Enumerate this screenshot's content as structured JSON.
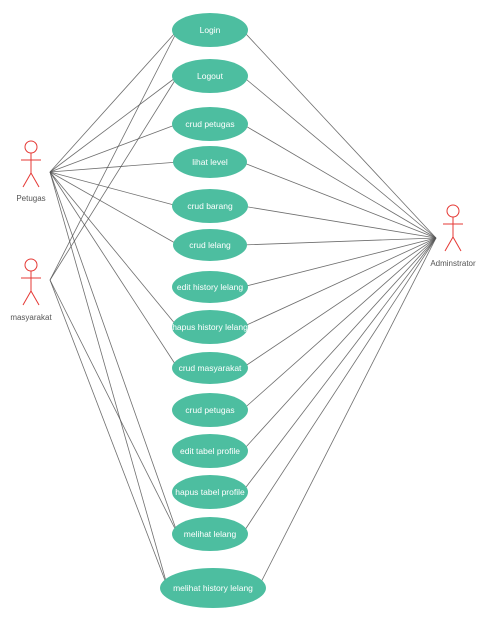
{
  "colors": {
    "usecase_fill": "#4dbea0",
    "actor_stroke": "#e53935",
    "line": "#555555",
    "actor_text": "#555555"
  },
  "actors": [
    {
      "id": "petugas",
      "label": "Petugas"
    },
    {
      "id": "masyarakat",
      "label": "masyarakat"
    },
    {
      "id": "admin",
      "label": "Adminstrator"
    }
  ],
  "usecases": [
    {
      "id": "login",
      "label": "Login"
    },
    {
      "id": "logout",
      "label": "Logout"
    },
    {
      "id": "crud-petugas-1",
      "label": "crud petugas"
    },
    {
      "id": "lihat-level",
      "label": "lihat level"
    },
    {
      "id": "crud-barang",
      "label": "crud barang"
    },
    {
      "id": "crud-lelang",
      "label": "crud lelang"
    },
    {
      "id": "edit-history-lelang",
      "label": "edit history lelang"
    },
    {
      "id": "hapus-history-lelang",
      "label": "hapus history lelang"
    },
    {
      "id": "crud-masyarakat",
      "label": "crud masyarakat"
    },
    {
      "id": "crud-petugas-2",
      "label": "crud petugas"
    },
    {
      "id": "edit-tabel-profile",
      "label": "edit tabel profile"
    },
    {
      "id": "hapus-tabel-profile",
      "label": "hapus tabel profile"
    },
    {
      "id": "melihat-lelang",
      "label": "melihat lelang"
    },
    {
      "id": "melihat-history-lelang",
      "label": "melihat history lelang"
    }
  ],
  "associations": [
    [
      "petugas",
      "login"
    ],
    [
      "petugas",
      "logout"
    ],
    [
      "petugas",
      "crud-petugas-1"
    ],
    [
      "petugas",
      "lihat-level"
    ],
    [
      "petugas",
      "crud-barang"
    ],
    [
      "petugas",
      "crud-lelang"
    ],
    [
      "petugas",
      "hapus-history-lelang"
    ],
    [
      "petugas",
      "crud-masyarakat"
    ],
    [
      "petugas",
      "melihat-lelang"
    ],
    [
      "petugas",
      "melihat-history-lelang"
    ],
    [
      "masyarakat",
      "login"
    ],
    [
      "masyarakat",
      "logout"
    ],
    [
      "masyarakat",
      "melihat-lelang"
    ],
    [
      "masyarakat",
      "melihat-history-lelang"
    ],
    [
      "admin",
      "login"
    ],
    [
      "admin",
      "logout"
    ],
    [
      "admin",
      "crud-petugas-1"
    ],
    [
      "admin",
      "lihat-level"
    ],
    [
      "admin",
      "crud-barang"
    ],
    [
      "admin",
      "crud-lelang"
    ],
    [
      "admin",
      "edit-history-lelang"
    ],
    [
      "admin",
      "hapus-history-lelang"
    ],
    [
      "admin",
      "crud-masyarakat"
    ],
    [
      "admin",
      "crud-petugas-2"
    ],
    [
      "admin",
      "edit-tabel-profile"
    ],
    [
      "admin",
      "hapus-tabel-profile"
    ],
    [
      "admin",
      "melihat-lelang"
    ],
    [
      "admin",
      "melihat-history-lelang"
    ]
  ]
}
